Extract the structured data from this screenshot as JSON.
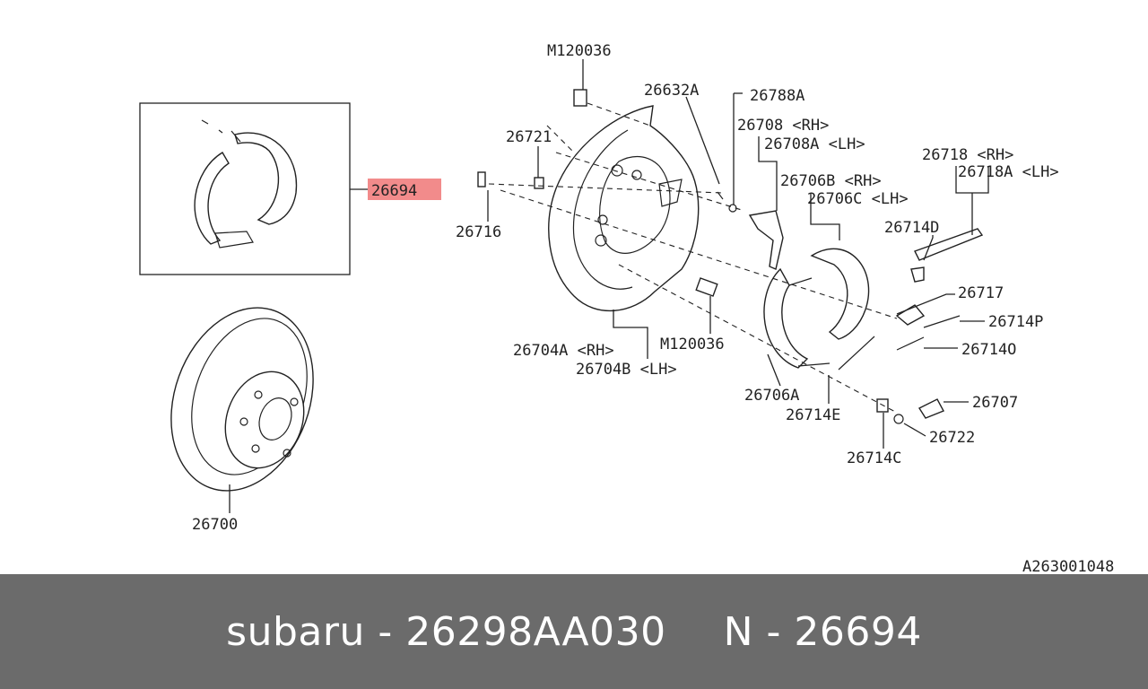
{
  "diagram": {
    "labels": {
      "m120036_top": "M120036",
      "p26632A": "26632A",
      "p26788A": "26788A",
      "p26708": "26708 <RH>",
      "p26708A": "26708A <LH>",
      "p26718": "26718  <RH>",
      "p26718A": "26718A <LH>",
      "p26721": "26721",
      "p26694": "26694",
      "p26716": "26716",
      "p26706B": "26706B <RH>",
      "p26706C": "26706C <LH>",
      "p26714D": "26714D",
      "p26717": "26717",
      "p26714P": "26714P",
      "p26714O": "26714O",
      "p26704A": "26704A <RH>",
      "p26704B": "26704B <LH>",
      "m120036_mid": "M120036",
      "p26706A": "26706A",
      "p26714E": "26714E",
      "p26707": "26707",
      "p26722": "26722",
      "p26714C": "26714C",
      "p26700": "26700",
      "ref_code": "A263001048"
    },
    "highlight_color": "#f28b8b"
  },
  "footer": {
    "brand": "subaru - 26298AA030",
    "code": "N - 26694"
  }
}
